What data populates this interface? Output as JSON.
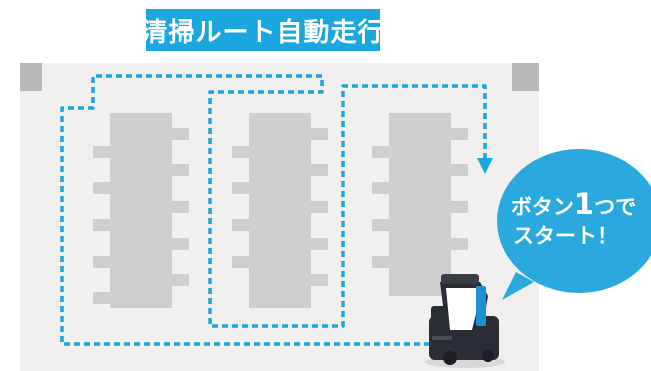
{
  "title": "清掃ルート自動走行",
  "bubble": {
    "line1_prefix": "ボタン",
    "line1_number": "1",
    "line1_suffix": "つで",
    "line2": "スタート！"
  },
  "colors": {
    "banner": "#1aa6df",
    "route": "#1aa6df",
    "floor": "#f1eff0",
    "table": "#cfcfcf",
    "corner": "#b9b9b9",
    "bubble": "#2aa9df",
    "robot_body": "#2a2d34",
    "robot_accent": "#1f8fd6"
  },
  "icons": [
    "route-path",
    "speech-bubble",
    "cleaning-robot-icon"
  ]
}
